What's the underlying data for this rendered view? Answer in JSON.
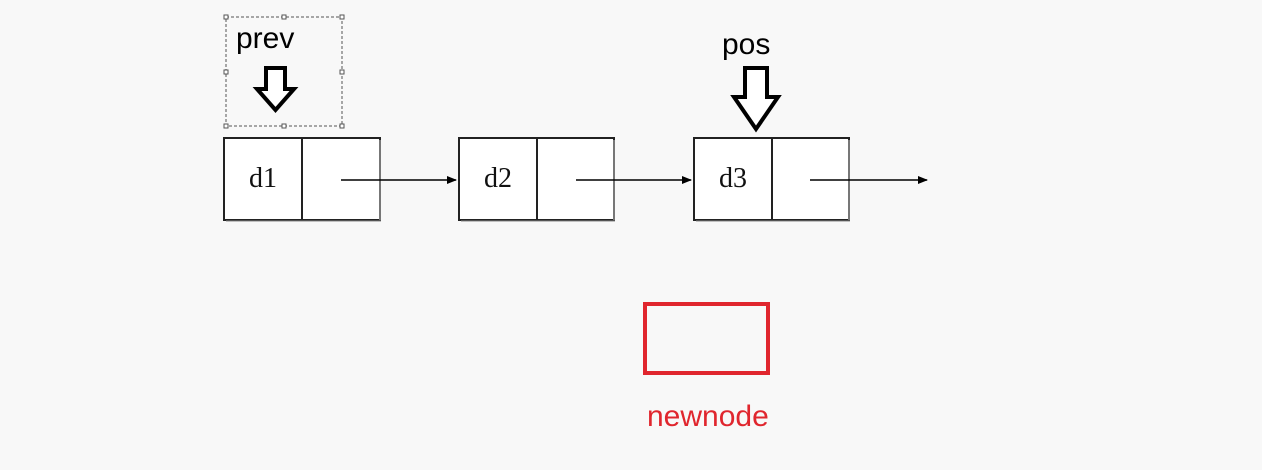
{
  "pointers": {
    "prev": "prev",
    "pos": "pos"
  },
  "nodes": [
    {
      "data": "d1"
    },
    {
      "data": "d2"
    },
    {
      "data": "d3"
    }
  ],
  "new_node": {
    "label": "newnode",
    "color": "#e0262e"
  }
}
